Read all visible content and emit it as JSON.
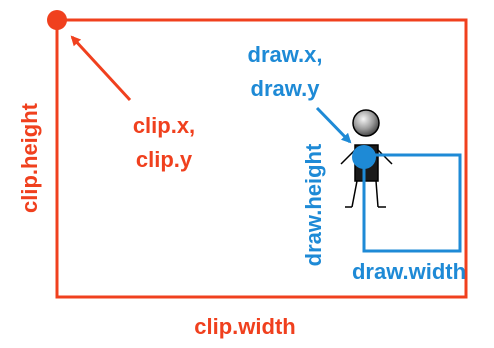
{
  "colors": {
    "clip": "#f0401e",
    "draw": "#1e8ad6",
    "figure_outline": "#000000"
  },
  "labels": {
    "clip_x": "clip.x,",
    "clip_y": "clip.y",
    "clip_height": "clip.height",
    "clip_width": "clip.width",
    "draw_x": "draw.x,",
    "draw_y": "draw.y",
    "draw_height": "draw.height",
    "draw_width": "draw.width"
  },
  "icons": {
    "sprite": "stick-figure-icon"
  }
}
